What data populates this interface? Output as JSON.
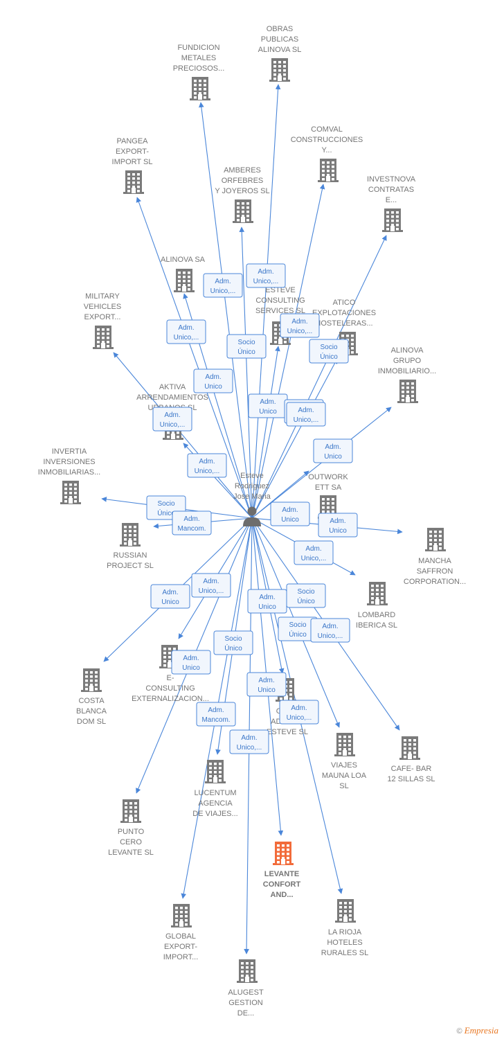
{
  "colors": {
    "edge": "#4a86d9",
    "node": "#7a7a7a",
    "highlight": "#f26b3a",
    "label_text": "#3a76c8"
  },
  "center": {
    "name": "Esteve Rodriguez Jose Maria",
    "lines": [
      "Esteve",
      "Rodriguez",
      "Jose Maria"
    ],
    "icon": "person-icon"
  },
  "companies": [
    {
      "id": "obras",
      "lines": [
        "OBRAS",
        "PUBLICAS",
        "ALINOVA  SL"
      ]
    },
    {
      "id": "fundicion",
      "lines": [
        "FUNDICION",
        "METALES",
        "PRECIOSOS..."
      ]
    },
    {
      "id": "comval",
      "lines": [
        "COMVAL",
        "CONSTRUCCIONES",
        "Y..."
      ]
    },
    {
      "id": "pangea",
      "lines": [
        "PANGEA",
        "EXPORT-",
        "IMPORT  SL"
      ]
    },
    {
      "id": "amberes",
      "lines": [
        "AMBERES",
        "ORFEBRES",
        "Y JOYEROS  SL"
      ]
    },
    {
      "id": "investnova",
      "lines": [
        "INVESTNOVA",
        "CONTRATAS",
        "E..."
      ]
    },
    {
      "id": "alinova_sa",
      "lines": [
        "ALINOVA SA"
      ]
    },
    {
      "id": "esteve_consulting",
      "lines": [
        "ESTEVE",
        "CONSULTING",
        "SERVICES SL"
      ]
    },
    {
      "id": "atico",
      "lines": [
        "ATICO",
        "EXPLOTACIONES",
        "HOSTELERAS..."
      ]
    },
    {
      "id": "military",
      "lines": [
        "MILITARY",
        "VEHICLES",
        "EXPORT..."
      ]
    },
    {
      "id": "alinova_grupo",
      "lines": [
        "ALINOVA",
        "GRUPO",
        "INMOBILIARIO..."
      ]
    },
    {
      "id": "aktiva",
      "lines": [
        "AKTIVA",
        "ARRENDAMIENTOS",
        "URBANOS  SL"
      ]
    },
    {
      "id": "invertia",
      "lines": [
        "INVERTIA",
        "INVERSIONES",
        "INMOBILIARIAS..."
      ]
    },
    {
      "id": "outwork",
      "lines": [
        "OUTWORK",
        "ETT SA"
      ]
    },
    {
      "id": "russian",
      "lines": [
        "RUSSIAN",
        "PROJECT SL"
      ]
    },
    {
      "id": "mancha",
      "lines": [
        "MANCHA",
        "SAFFRON",
        "CORPORATION..."
      ]
    },
    {
      "id": "lombard",
      "lines": [
        "LOMBARD",
        "IBERICA  SL"
      ]
    },
    {
      "id": "econsulting",
      "lines": [
        "E-",
        "CONSULTING",
        "EXTERNALIZACION..."
      ]
    },
    {
      "id": "costa",
      "lines": [
        "COSTA",
        "BLANCA",
        "DOM  SL"
      ]
    },
    {
      "id": "gestiones",
      "lines": [
        "GES...",
        "ADMINI...",
        "ESTEVE  SL"
      ]
    },
    {
      "id": "viajes",
      "lines": [
        "VIAJES",
        "MAUNA LOA",
        "SL"
      ]
    },
    {
      "id": "cafe",
      "lines": [
        "CAFE- BAR",
        "12 SILLAS  SL"
      ]
    },
    {
      "id": "lucentum",
      "lines": [
        "LUCENTUM",
        "AGENCIA",
        "DE VIAJES..."
      ]
    },
    {
      "id": "punto",
      "lines": [
        "PUNTO",
        "CERO",
        "LEVANTE SL"
      ]
    },
    {
      "id": "levante",
      "lines": [
        "LEVANTE",
        "CONFORT",
        "AND..."
      ],
      "highlight": true
    },
    {
      "id": "larioja",
      "lines": [
        "LA RIOJA",
        "HOTELES",
        "RURALES  SL"
      ]
    },
    {
      "id": "global",
      "lines": [
        "GLOBAL",
        "EXPORT-",
        "IMPORT..."
      ]
    },
    {
      "id": "alugest",
      "lines": [
        "ALUGEST",
        "GESTION",
        "DE..."
      ]
    }
  ],
  "relations": [
    {
      "lines": [
        "Adm.",
        "Unico,..."
      ]
    },
    {
      "lines": [
        "Adm.",
        "Unico,..."
      ]
    },
    {
      "lines": [
        "Adm.",
        "Unico,..."
      ]
    },
    {
      "lines": [
        "Adm.",
        "Unico,..."
      ]
    },
    {
      "lines": [
        "Socio",
        "Único"
      ]
    },
    {
      "lines": [
        "Socio",
        "Único"
      ]
    },
    {
      "lines": [
        "Adm.",
        "Unico"
      ]
    },
    {
      "lines": [
        "Adm.",
        "Unico"
      ]
    },
    {
      "lines": [
        "Socio",
        "Único"
      ]
    },
    {
      "lines": [
        "Adm.",
        "Unico,..."
      ]
    },
    {
      "lines": [
        "Adm.",
        "Unico,..."
      ]
    },
    {
      "lines": [
        "Adm.",
        "Unico"
      ]
    },
    {
      "lines": [
        "Adm.",
        "Unico,..."
      ]
    },
    {
      "lines": [
        "Socio",
        "Único"
      ]
    },
    {
      "lines": [
        "Adm.",
        "Mancom."
      ]
    },
    {
      "lines": [
        "Adm.",
        "Unico"
      ]
    },
    {
      "lines": [
        "Adm.",
        "Unico"
      ]
    },
    {
      "lines": [
        "Adm.",
        "Unico,..."
      ]
    },
    {
      "lines": [
        "Adm.",
        "Unico"
      ]
    },
    {
      "lines": [
        "Adm.",
        "Unico,..."
      ]
    },
    {
      "lines": [
        "Adm.",
        "Unico"
      ]
    },
    {
      "lines": [
        "Socio",
        "Único"
      ]
    },
    {
      "lines": [
        "Socio",
        "Único"
      ]
    },
    {
      "lines": [
        "Adm.",
        "Unico,..."
      ]
    },
    {
      "lines": [
        "Adm.",
        "Unico"
      ]
    },
    {
      "lines": [
        "Socio",
        "Único"
      ]
    },
    {
      "lines": [
        "Adm.",
        "Unico"
      ]
    },
    {
      "lines": [
        "Adm.",
        "Unico,..."
      ]
    },
    {
      "lines": [
        "Adm.",
        "Mancom."
      ]
    },
    {
      "lines": [
        "Adm.",
        "Unico,..."
      ]
    }
  ],
  "footer": {
    "copyright": "©",
    "brand": "Empresia"
  }
}
